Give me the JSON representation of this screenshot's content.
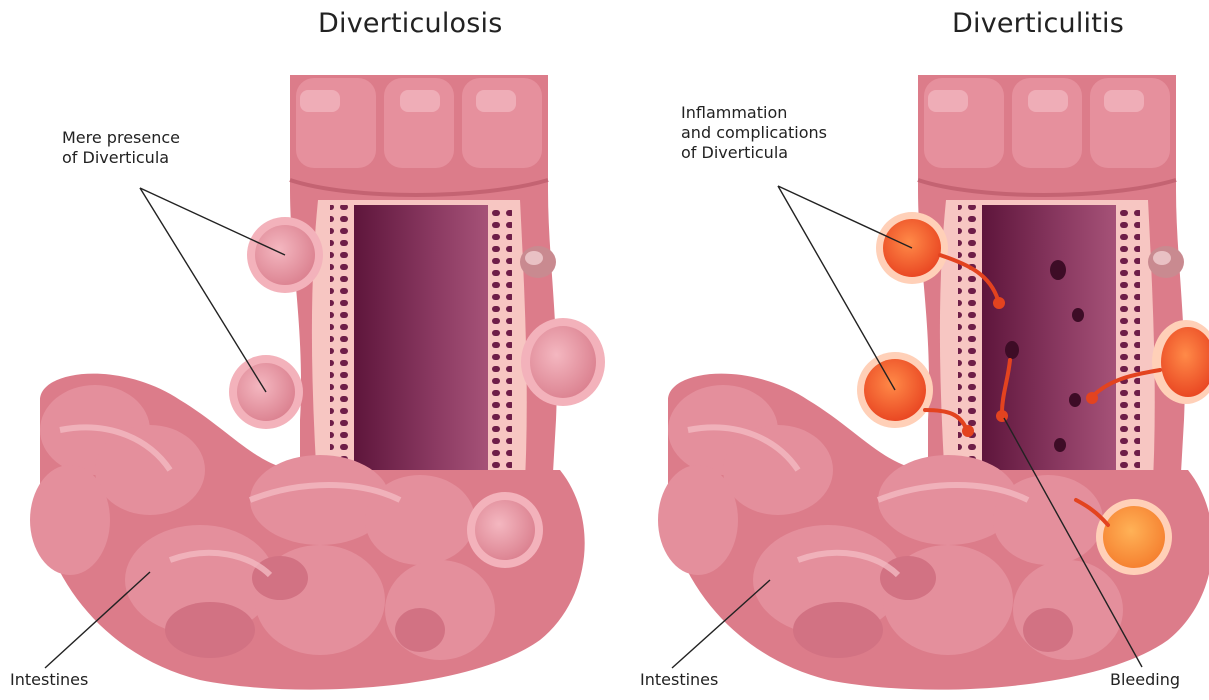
{
  "panels": {
    "left": {
      "title": "Diverticulosis",
      "callout": [
        "Mere presence",
        "of Diverticula"
      ],
      "intestines_label": "Intestines"
    },
    "right": {
      "title": "Diverticulitis",
      "callout": [
        "Inflammation",
        "and complications",
        "of Diverticula"
      ],
      "intestines_label": "Intestines",
      "bleeding_label": "Bleeding"
    }
  },
  "colors": {
    "tissue": "#dc7c8a",
    "tissue_light": "#ecaab5",
    "tissue_dark": "#c46372",
    "lining": "#f7c6c2",
    "lumen": "#6e1e48",
    "lumen_mid": "#8b3a62",
    "inflamed": "#f1582e",
    "inflamed_ring": "#ffd0b8",
    "leader_line": "#222222"
  }
}
